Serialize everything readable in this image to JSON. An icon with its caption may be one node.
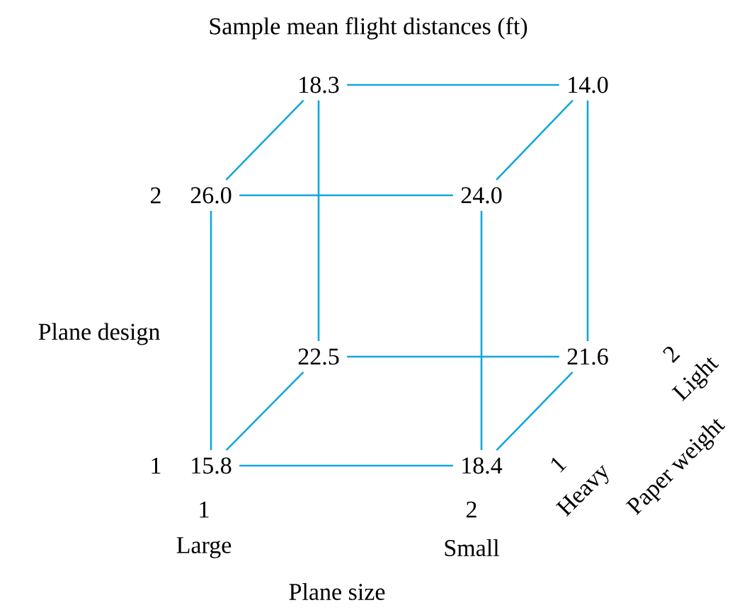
{
  "diagram": {
    "title": "Sample mean flight distances (ft)",
    "nodes": [
      {
        "text": [
          "18.3"
        ]
      },
      {
        "text": [
          "14.0"
        ]
      },
      {
        "text": [
          "26.0"
        ]
      },
      {
        "text": [
          "24.0"
        ]
      },
      {
        "text": [
          "22.5"
        ]
      },
      {
        "text": [
          "21.6"
        ]
      },
      {
        "text": [
          "15.8"
        ]
      },
      {
        "text": [
          "18.4"
        ]
      }
    ],
    "edges": [
      {
        "from": 0,
        "to": 1,
        "arrow": "none"
      },
      {
        "from": 0,
        "to": 2,
        "arrow": "none"
      },
      {
        "from": 0,
        "to": 4,
        "arrow": "none"
      },
      {
        "from": 1,
        "to": 3,
        "arrow": "none"
      },
      {
        "from": 1,
        "to": 5,
        "arrow": "none"
      },
      {
        "from": 2,
        "to": 3,
        "arrow": "none"
      },
      {
        "from": 2,
        "to": 6,
        "arrow": "none"
      },
      {
        "from": 3,
        "to": 7,
        "arrow": "none"
      },
      {
        "from": 4,
        "to": 5,
        "arrow": "none"
      },
      {
        "from": 4,
        "to": 6,
        "arrow": "none"
      },
      {
        "from": 5,
        "to": 7,
        "arrow": "none"
      },
      {
        "from": 6,
        "to": 7,
        "arrow": "none"
      }
    ],
    "labels": [
      "2",
      "Plane design",
      "2",
      "Light",
      "1",
      "1",
      "Heavy",
      "Paper weight",
      "1",
      "2",
      "Large",
      "Small",
      "Plane size"
    ]
  }
}
